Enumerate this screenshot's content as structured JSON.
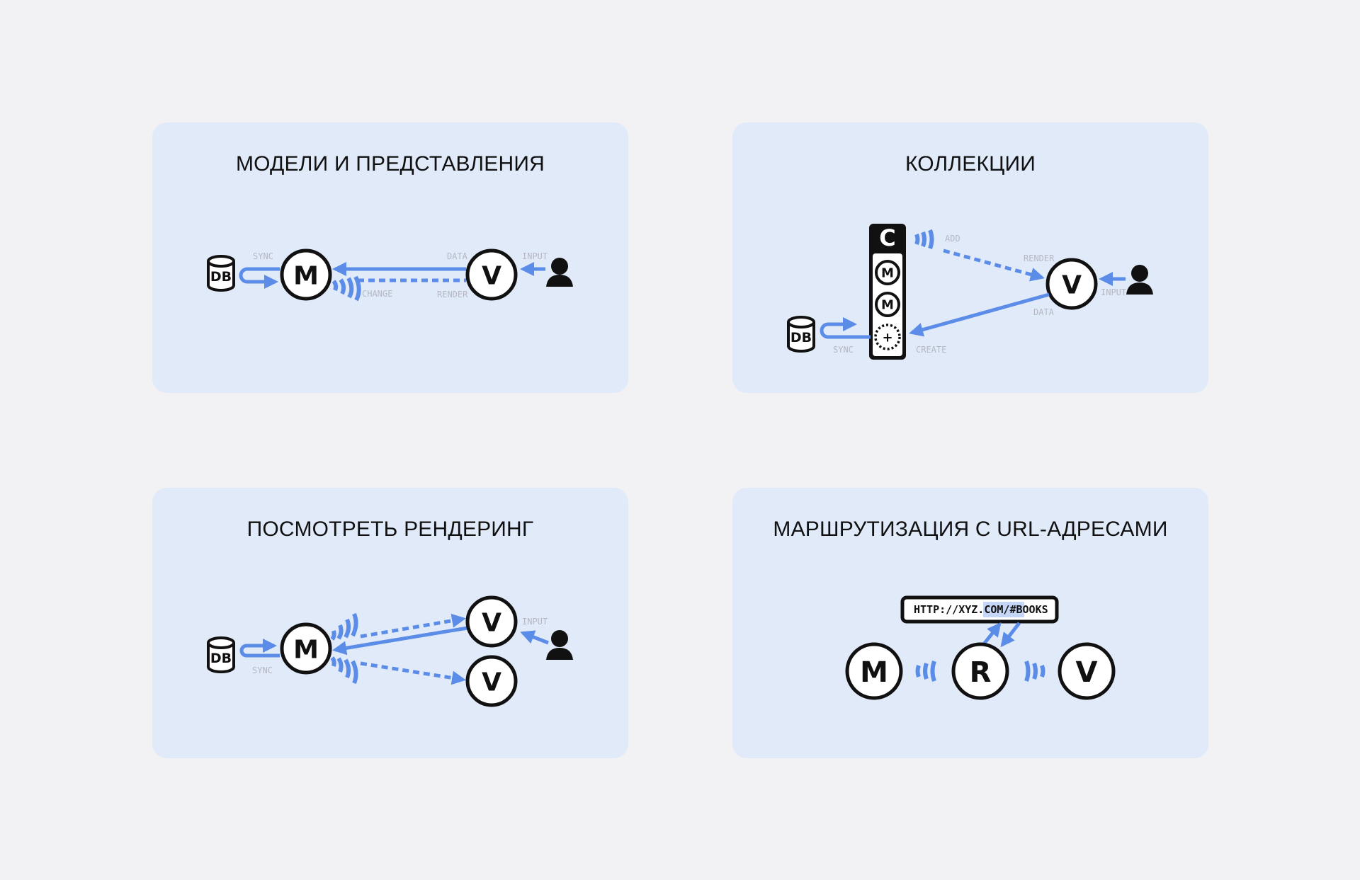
{
  "cards": [
    {
      "title": "МОДЕЛИ И ПРЕДСТАВЛЕНИЯ",
      "nodes": {
        "db": "DB",
        "model": "M",
        "view": "V"
      },
      "labels": {
        "sync": "SYNC",
        "change": "CHANGE",
        "data": "DATA",
        "render": "RENDER",
        "input": "INPUT"
      }
    },
    {
      "title": "КОЛЛЕКЦИИ",
      "nodes": {
        "db": "DB",
        "collection": "C",
        "model_1": "M",
        "model_2": "M",
        "create": "+",
        "view": "V"
      },
      "labels": {
        "add": "ADD",
        "render": "RENDER",
        "input": "INPUT",
        "data": "DATA",
        "sync": "SYNC",
        "create": "CREATE"
      }
    },
    {
      "title": "ПОСМОТРЕТЬ РЕНДЕРИНГ",
      "nodes": {
        "db": "DB",
        "model": "M",
        "view_1": "V",
        "view_2": "V"
      },
      "labels": {
        "sync": "SYNC",
        "input": "INPUT"
      }
    },
    {
      "title": "МАРШРУТИЗАЦИЯ С URL-АДРЕСАМИ",
      "nodes": {
        "model": "M",
        "router": "R",
        "view": "V"
      },
      "url": {
        "base": "HTTP://XYZ.COM/",
        "hash": "#BOOKS"
      }
    }
  ],
  "colors": {
    "background": "#f2f2f4",
    "card": "#e1eaf9",
    "accent": "#5b8de8",
    "label": "#b5b8c2",
    "ink": "#111111"
  },
  "icons": {
    "user": "user-silhouette-icon",
    "db": "database-cylinder-icon"
  }
}
